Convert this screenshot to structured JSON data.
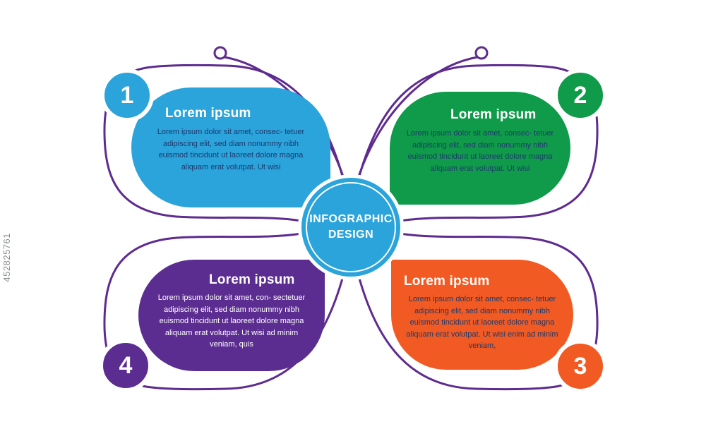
{
  "watermark": "452825761",
  "center": {
    "line1": "INFOGRAPHIC",
    "line2": "DESIGN"
  },
  "colors": {
    "blue": "#2ba3db",
    "green": "#0f9b4a",
    "orange": "#f15a22",
    "purple": "#5c2d91",
    "outline": "#5e2b8f",
    "body_text": "#1d3a6d"
  },
  "items": [
    {
      "number": "1",
      "title": "Lorem ipsum",
      "body": "Lorem ipsum dolor sit amet, consec- tetuer adipiscing elit, sed diam nonummy nibh euismod tincidunt ut laoreet dolore magna aliquam erat volutpat. Ut wisi",
      "color": "#2ba3db"
    },
    {
      "number": "2",
      "title": "Lorem ipsum",
      "body": "Lorem ipsum dolor sit amet, consec- tetuer adipiscing elit, sed diam nonummy nibh euismod tincidunt ut laoreet dolore magna aliquam erat volutpat. Ut wisi",
      "color": "#0f9b4a"
    },
    {
      "number": "3",
      "title": "Lorem ipsum",
      "body": "Lorem ipsum dolor sit amet, consec- tetuer adipiscing elit, sed diam nonummy nibh euismod tincidunt ut laoreet dolore magna aliquam erat volutpat. Ut wisi enim ad minim veniam,",
      "color": "#f15a22"
    },
    {
      "number": "4",
      "title": "Lorem ipsum",
      "body": "Lorem ipsum dolor sit amet, con- sectetuer adipiscing elit, sed diam nonummy nibh euismod tincidunt ut laoreet dolore magna aliquam erat volutpat. Ut wisi ad minim veniam, quis",
      "color": "#5c2d91"
    }
  ]
}
